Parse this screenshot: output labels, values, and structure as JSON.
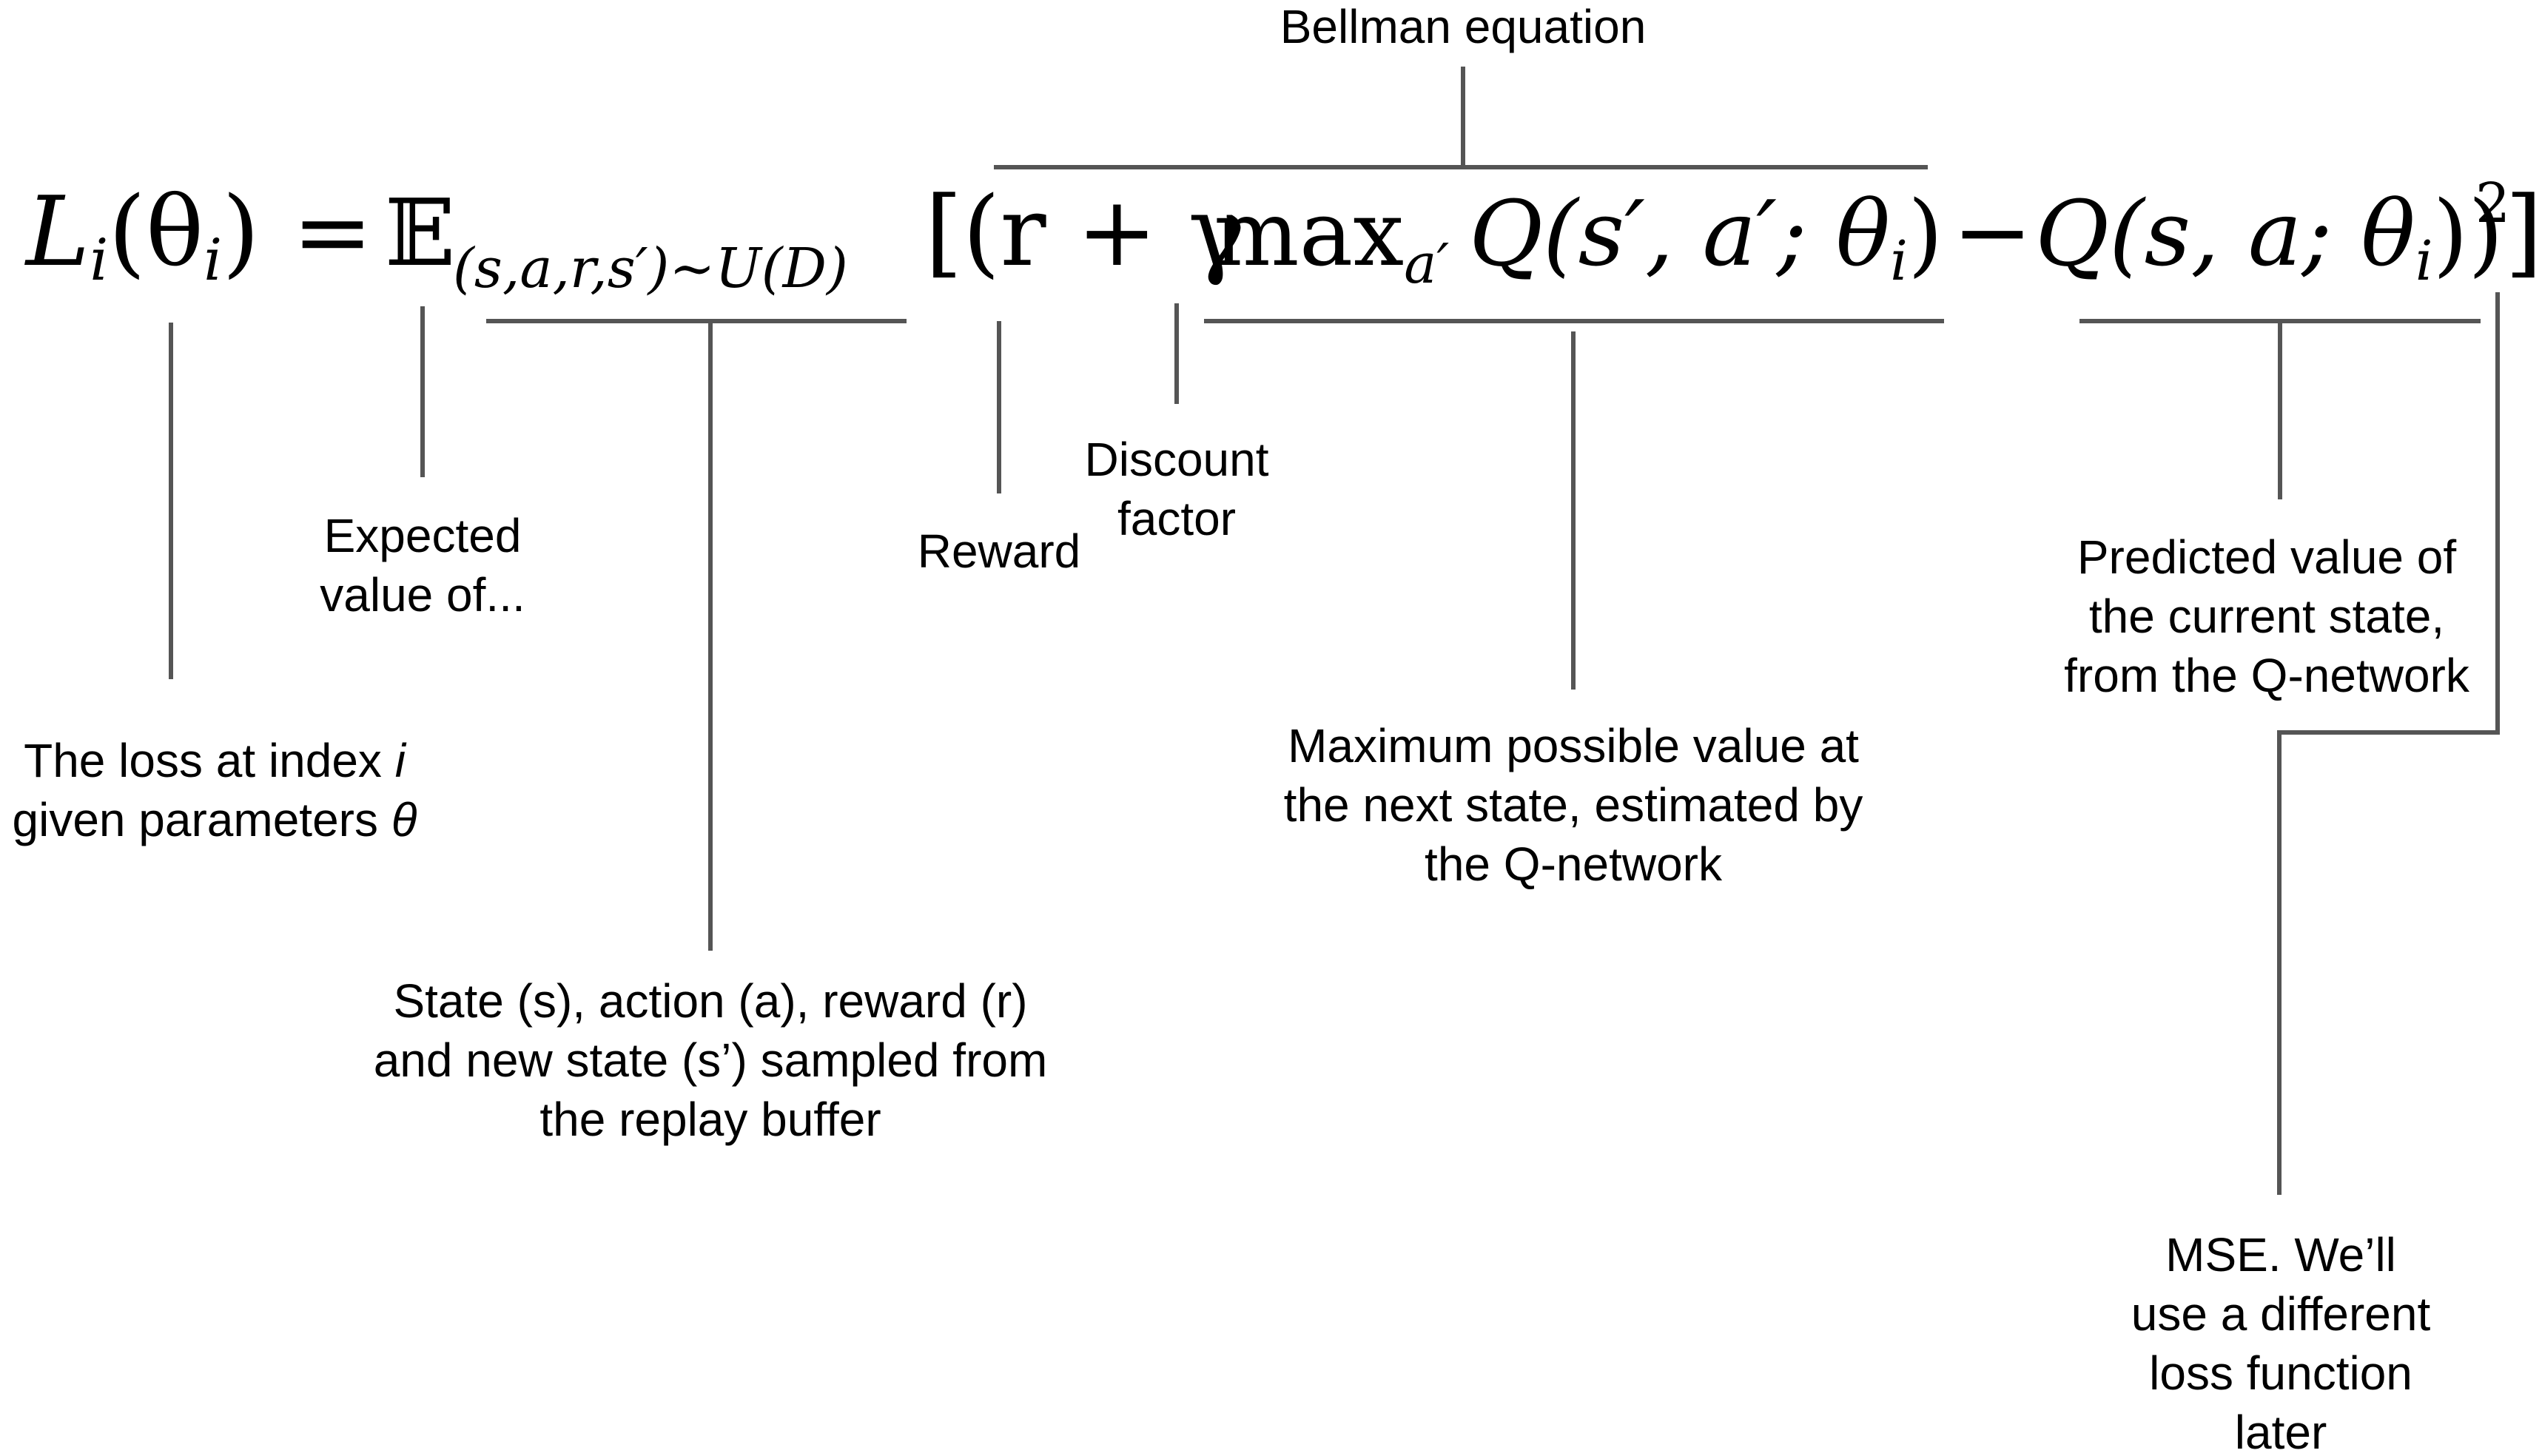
{
  "equation": {
    "lhs": "L",
    "lhs_sub": "i",
    "lhs_arg": "(θ",
    "lhs_arg_sub": "i",
    "lhs_close": ")",
    "equals": "=",
    "expect": "𝔼",
    "expect_sub": "(s,a,r,s′)∼U(D)",
    "open": "[(r + γ",
    "max": "max",
    "max_sub": "a′",
    "q_next": "Q(s′, a′; θ",
    "q_next_sub": "i",
    "q_next_close": ")",
    "minus": "−",
    "q_cur": "Q(s, a; θ",
    "q_cur_sub": "i",
    "q_cur_close": "))",
    "power": "2",
    "close": "]"
  },
  "labels": {
    "bellman": "Bellman equation",
    "loss_line1_pre": "The loss at index ",
    "loss_line1_var": "i",
    "loss_line2_pre": "given parameters ",
    "loss_line2_var": "θ",
    "expected_line1": "Expected",
    "expected_line2": "value of...",
    "sample_line1": "State (s), action (a), reward (r)",
    "sample_line2": "and new state (s’) sampled from",
    "sample_line3": "the replay buffer",
    "reward": "Reward",
    "discount_line1": "Discount",
    "discount_line2": "factor",
    "maxval_line1": "Maximum possible value at",
    "maxval_line2": "the next state, estimated by",
    "maxval_line3": "the Q-network",
    "pred_line1": "Predicted value of",
    "pred_line2": "the current state,",
    "pred_line3": "from the Q-network",
    "mse_line1": "MSE.  We’ll",
    "mse_line2": "use a different",
    "mse_line3": "loss function",
    "mse_line4": "later"
  }
}
